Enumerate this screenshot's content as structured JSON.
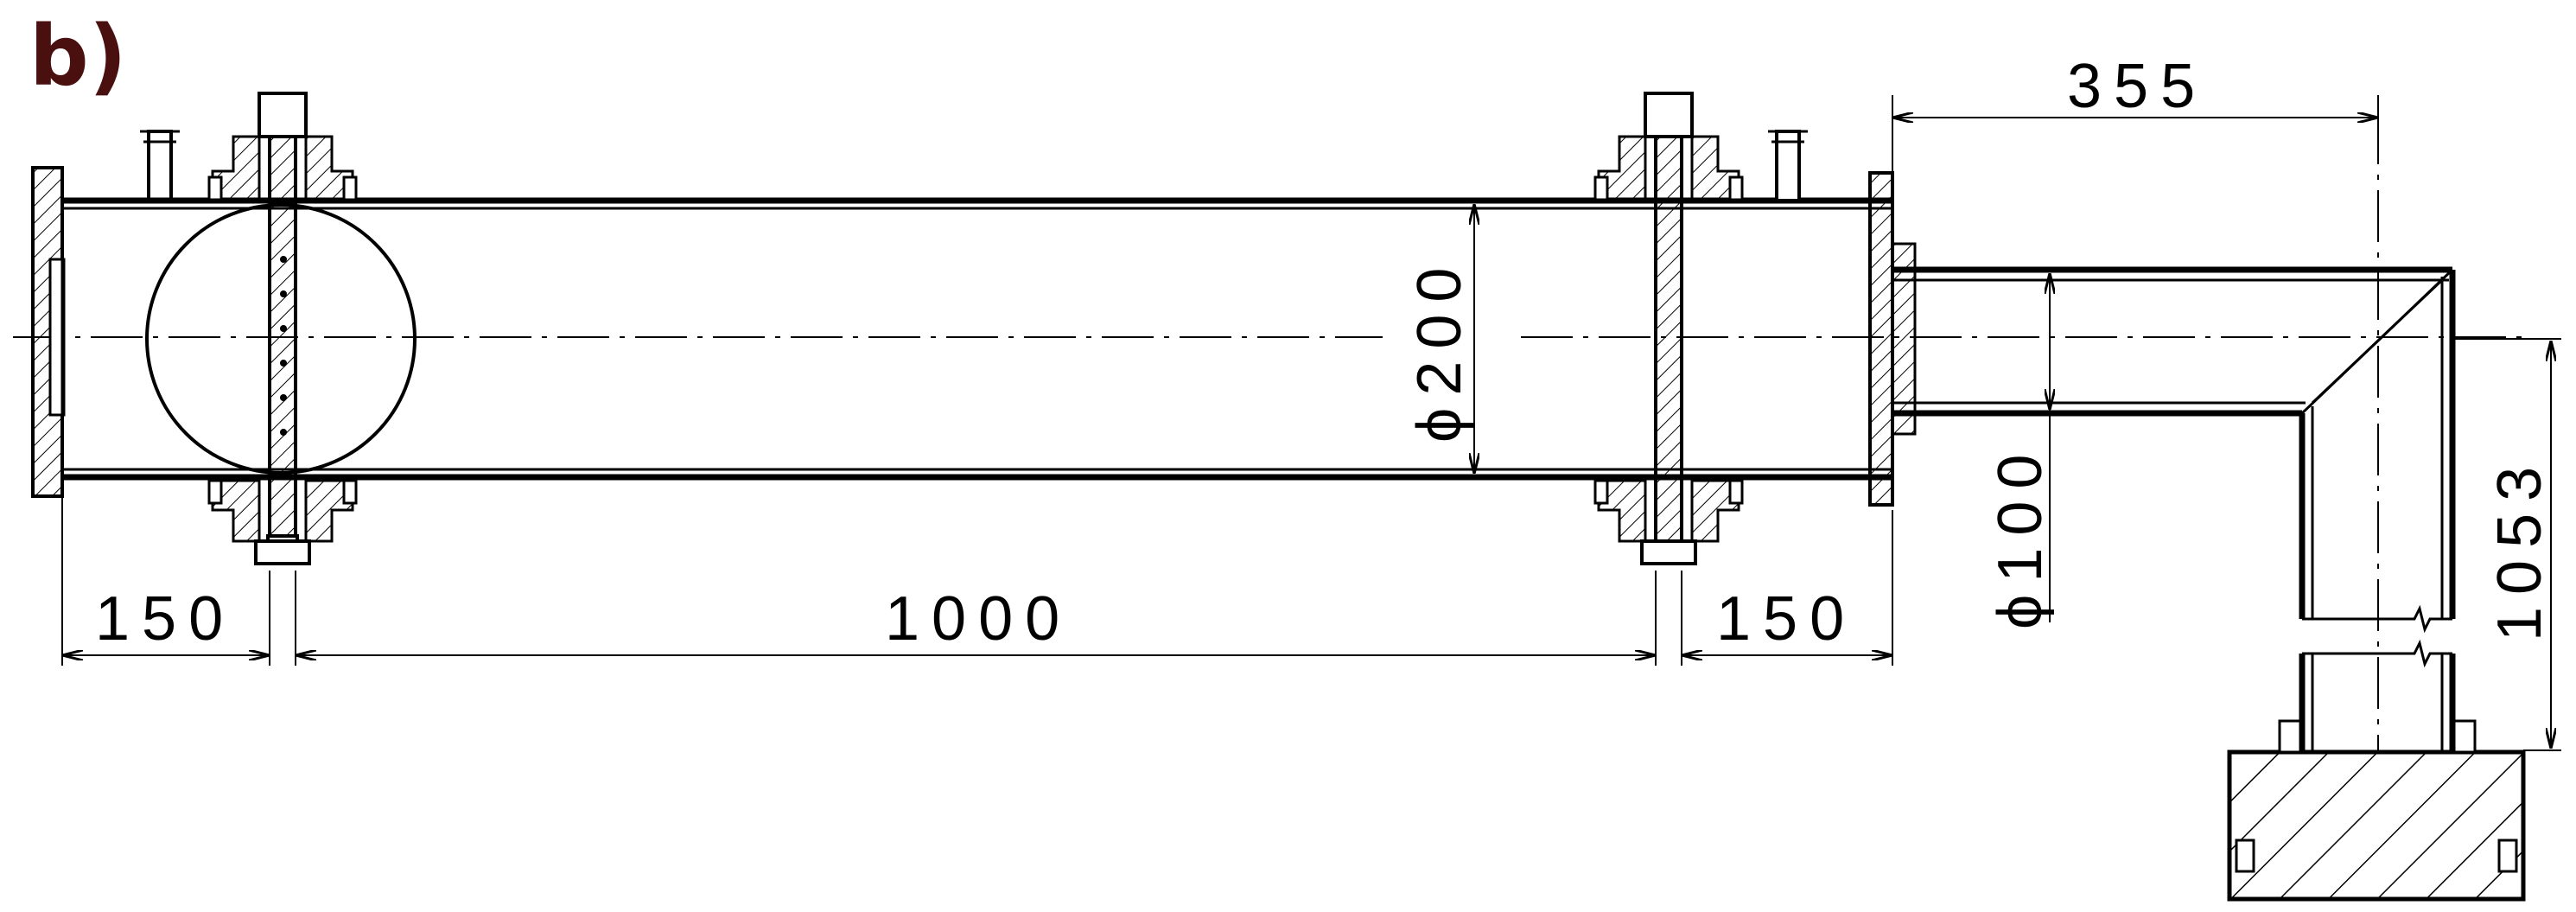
{
  "panel_label": "b)",
  "dimensions": {
    "len_left": "150",
    "len_main": "1000",
    "len_right": "150",
    "offset_355": "355",
    "height_1053": "1053",
    "dia_main": "ϕ200",
    "dia_pipe": "ϕ100"
  },
  "colors": {
    "label": "#4a1010",
    "line": "#000000"
  }
}
